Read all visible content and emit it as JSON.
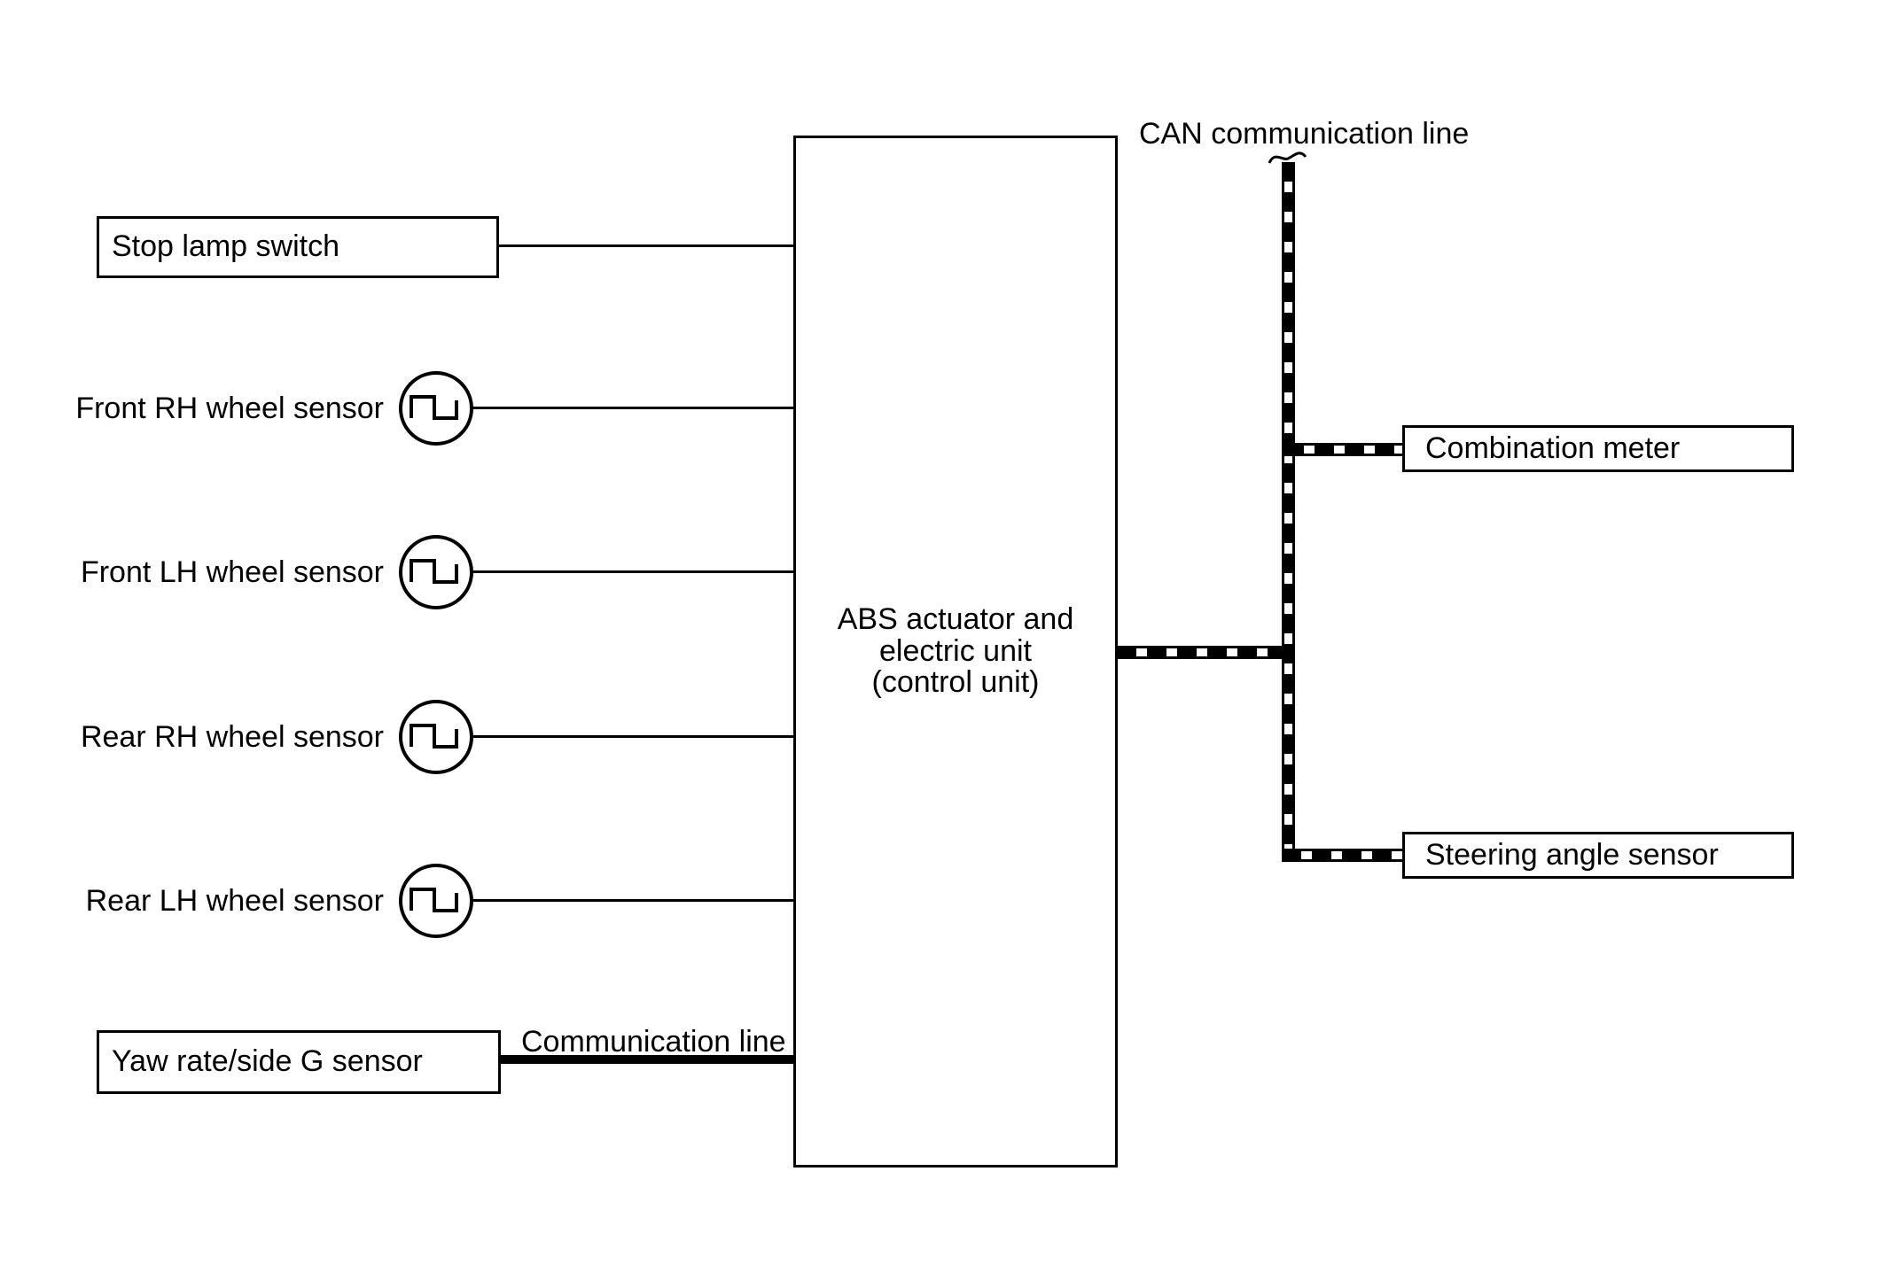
{
  "diagram": {
    "colors": {
      "background": "#ffffff",
      "line": "#000000"
    },
    "abs_unit": {
      "line1": "ABS actuator and",
      "line2": "electric unit",
      "line3": "(control unit)"
    },
    "stop_lamp_switch": {
      "label": "Stop lamp switch"
    },
    "wheel_sensors": [
      {
        "label": "Front RH wheel sensor"
      },
      {
        "label": "Front LH wheel sensor"
      },
      {
        "label": "Rear RH wheel sensor"
      },
      {
        "label": "Rear LH wheel sensor"
      }
    ],
    "yaw_sensor": {
      "label": "Yaw rate/side G sensor"
    },
    "comm_line_label": "Communication line",
    "can_line_label": "CAN communication line",
    "can_devices": [
      {
        "label": "Combination meter"
      },
      {
        "label": "Steering angle sensor"
      }
    ]
  }
}
